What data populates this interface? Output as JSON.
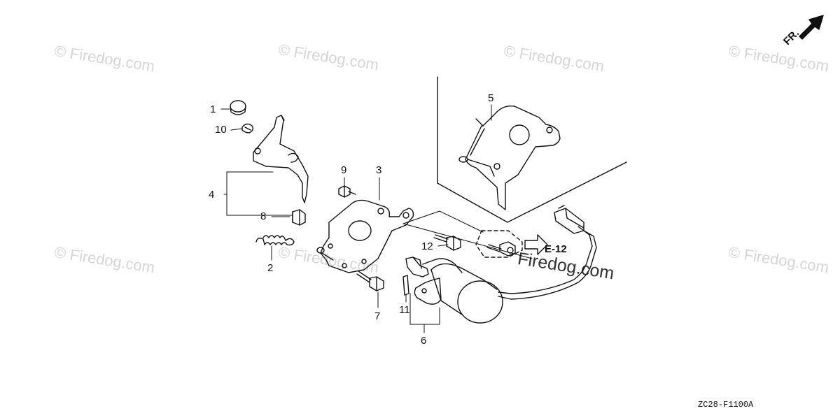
{
  "watermarks": [
    "© Firedog.com",
    "© Firedog.com",
    "© Firedog.com",
    "© Firedog.com",
    "© Firedog.com",
    "© Firedog.com",
    "© Firedog.com",
    "Firedog.com"
  ],
  "direction_label": "FR.",
  "reference": "E-12",
  "diagram_code": "ZC28-F1100A",
  "callouts": [
    "1",
    "10",
    "4",
    "8",
    "2",
    "9",
    "3",
    "7",
    "12",
    "11",
    "6",
    "5"
  ]
}
